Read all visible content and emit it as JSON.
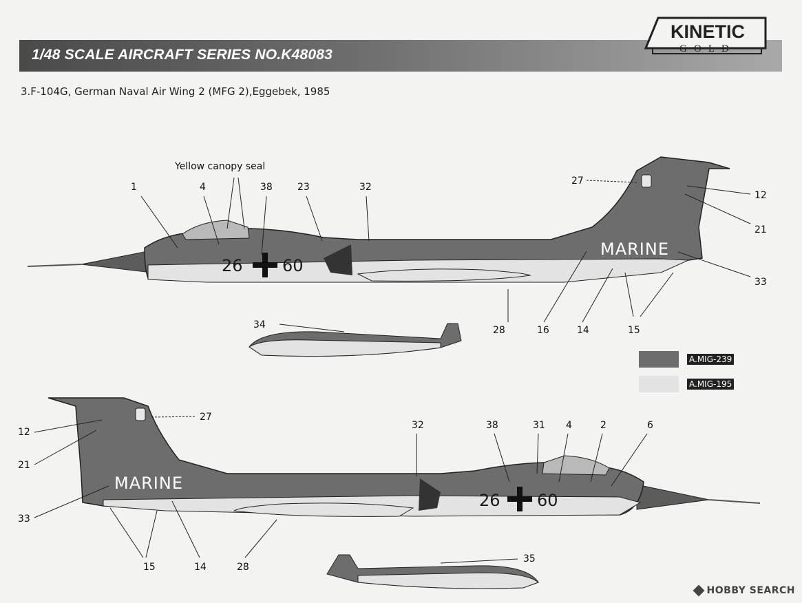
{
  "header": {
    "title": "1/48 SCALE  AIRCRAFT  SERIES NO.K48083",
    "logo_top": "KINETIC",
    "logo_bottom": "GOLD"
  },
  "subtitle": "3.F-104G, German Naval Air Wing 2 (MFG 2),Eggebek, 1985",
  "top_view": {
    "note": "Yellow canopy seal",
    "code_left": "26",
    "code_right": "60",
    "tail_text": "MARINE",
    "callouts": [
      "1",
      "4",
      "38",
      "23",
      "32",
      "27",
      "12",
      "21",
      "33",
      "28",
      "16",
      "14",
      "15",
      "34"
    ]
  },
  "bottom_view": {
    "code_left": "26",
    "code_right": "60",
    "tail_text": "MARINE",
    "callouts": [
      "12",
      "27",
      "21",
      "33",
      "15",
      "14",
      "28",
      "32",
      "38",
      "31",
      "4",
      "2",
      "6",
      "35"
    ]
  },
  "legend": [
    {
      "label": "A.MIG-239",
      "color": "#6d6d6d"
    },
    {
      "label": "A.MIG-195",
      "color": "#e3e3e3"
    }
  ],
  "watermark": "HOBBY SEARCH",
  "colors": {
    "dark_grey": "#6d6d6d",
    "light_grey": "#e3e3e3",
    "cross_black": "#111111"
  }
}
